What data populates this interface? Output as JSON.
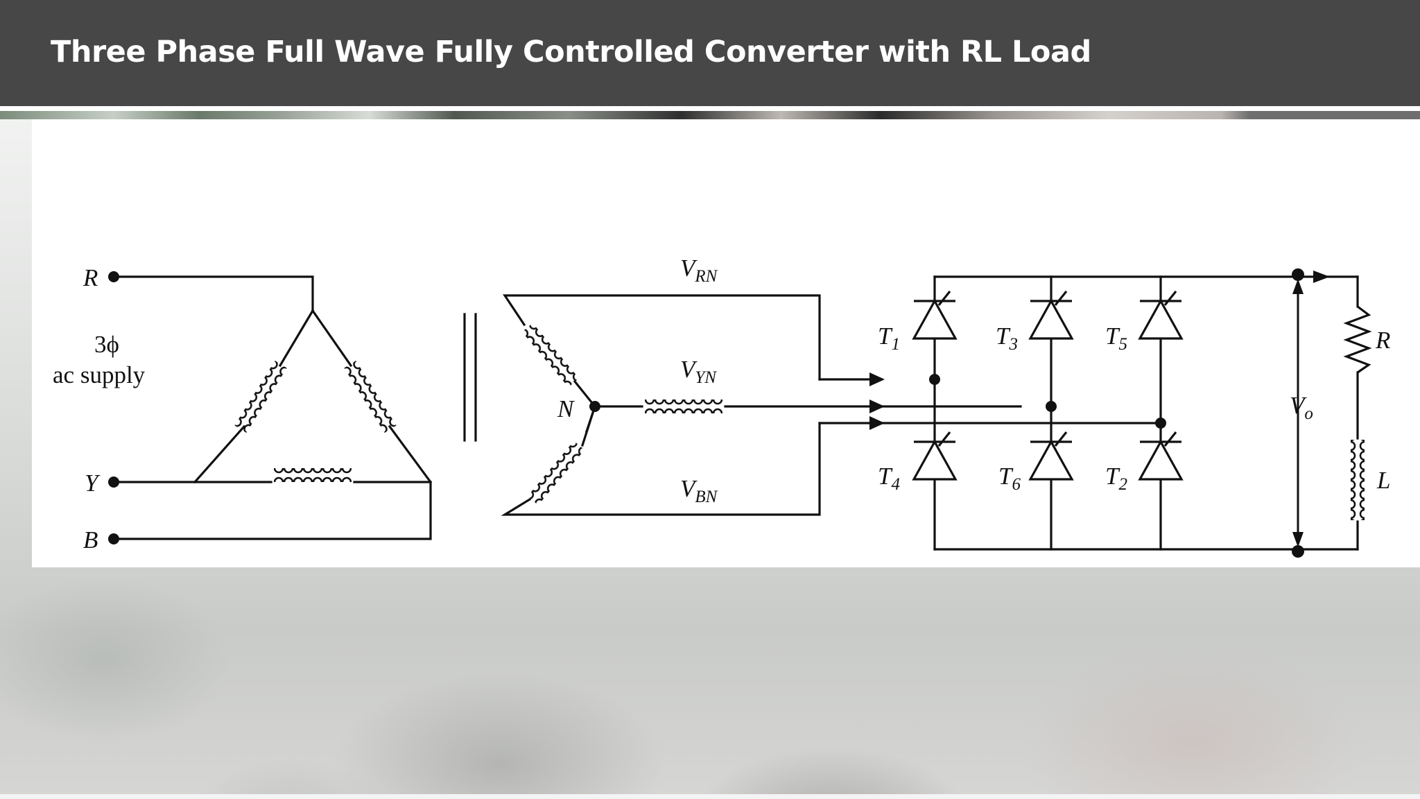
{
  "slide": {
    "title": "Three Phase Full Wave Fully Controlled Converter with RL Load"
  },
  "diagram": {
    "supply": {
      "terminals": [
        "R",
        "Y",
        "B"
      ],
      "label_line1": "3ϕ",
      "label_line2": "ac supply"
    },
    "secondary": {
      "neutral": "N",
      "phase_voltages": [
        {
          "main": "V",
          "sub": "RN"
        },
        {
          "main": "V",
          "sub": "YN"
        },
        {
          "main": "V",
          "sub": "BN"
        }
      ]
    },
    "thyristors": [
      {
        "main": "T",
        "sub": "1"
      },
      {
        "main": "T",
        "sub": "3"
      },
      {
        "main": "T",
        "sub": "5"
      },
      {
        "main": "T",
        "sub": "4"
      },
      {
        "main": "T",
        "sub": "6"
      },
      {
        "main": "T",
        "sub": "2"
      }
    ],
    "output": {
      "main": "V",
      "sub": "o"
    },
    "load": {
      "resistor": "R",
      "inductor": "L"
    }
  },
  "colors": {
    "header_bg": "#474747",
    "title_text": "#ffffff",
    "diagram_ink": "#111111"
  }
}
